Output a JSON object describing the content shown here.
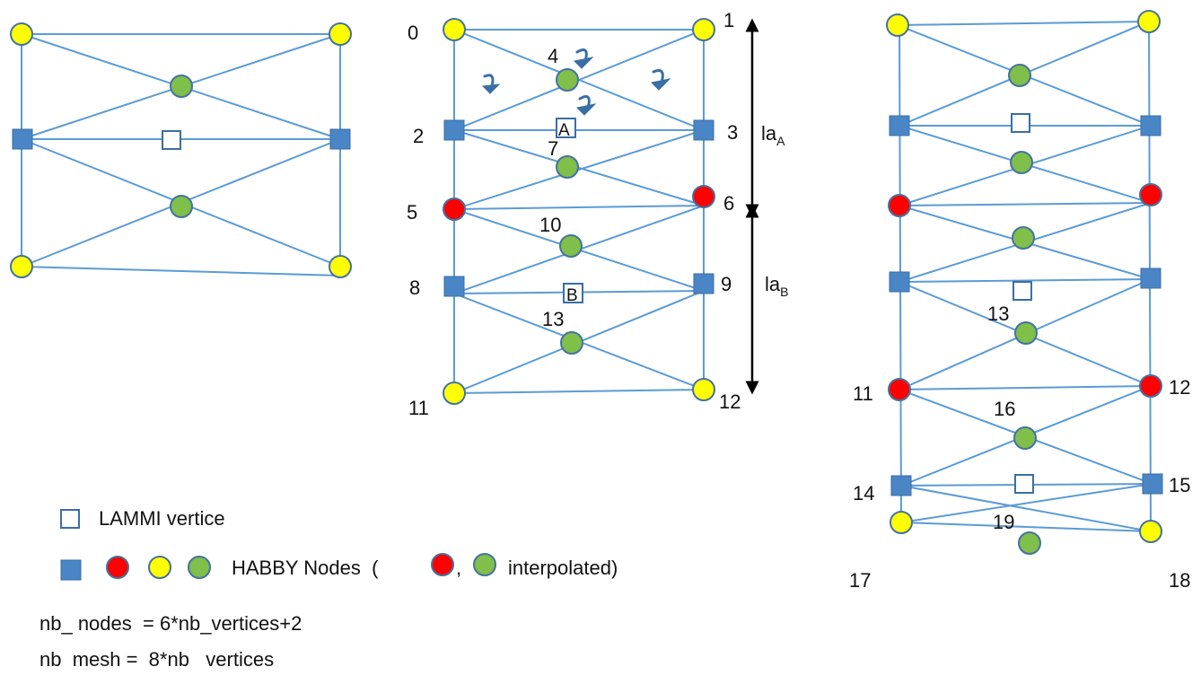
{
  "colors": {
    "line": "#5b9bd5",
    "square_fill": "#4a86c5",
    "square_stroke": "#3a6ea5",
    "yellow": "#ffff00",
    "red": "#ff0000",
    "green": "#7fbf4a",
    "node_stroke": "#4472a0",
    "arrow": "#000000"
  },
  "middle_mesh": {
    "node_labels": [
      "0",
      "1",
      "2",
      "3",
      "4",
      "5",
      "6",
      "7",
      "8",
      "9",
      "10",
      "11",
      "12",
      "13"
    ],
    "vertex_labels": [
      "A",
      "B"
    ],
    "length_labels": [
      {
        "main": "la",
        "sub": "A"
      },
      {
        "main": "la",
        "sub": "B"
      }
    ]
  },
  "right_mesh": {
    "node_labels": [
      "11",
      "12",
      "13",
      "14",
      "15",
      "16",
      "17",
      "18",
      "19"
    ]
  },
  "legend": {
    "lammi_label": "LAMMI vertice",
    "habby_label": "HABBY Nodes  (",
    "interpolated_label": "interpolated)",
    "comma": ","
  },
  "formulas": {
    "nodes": "nb_ nodes  = 6*nb_vertices+2",
    "mesh": "nb  mesh =  8*nb   vertices"
  }
}
